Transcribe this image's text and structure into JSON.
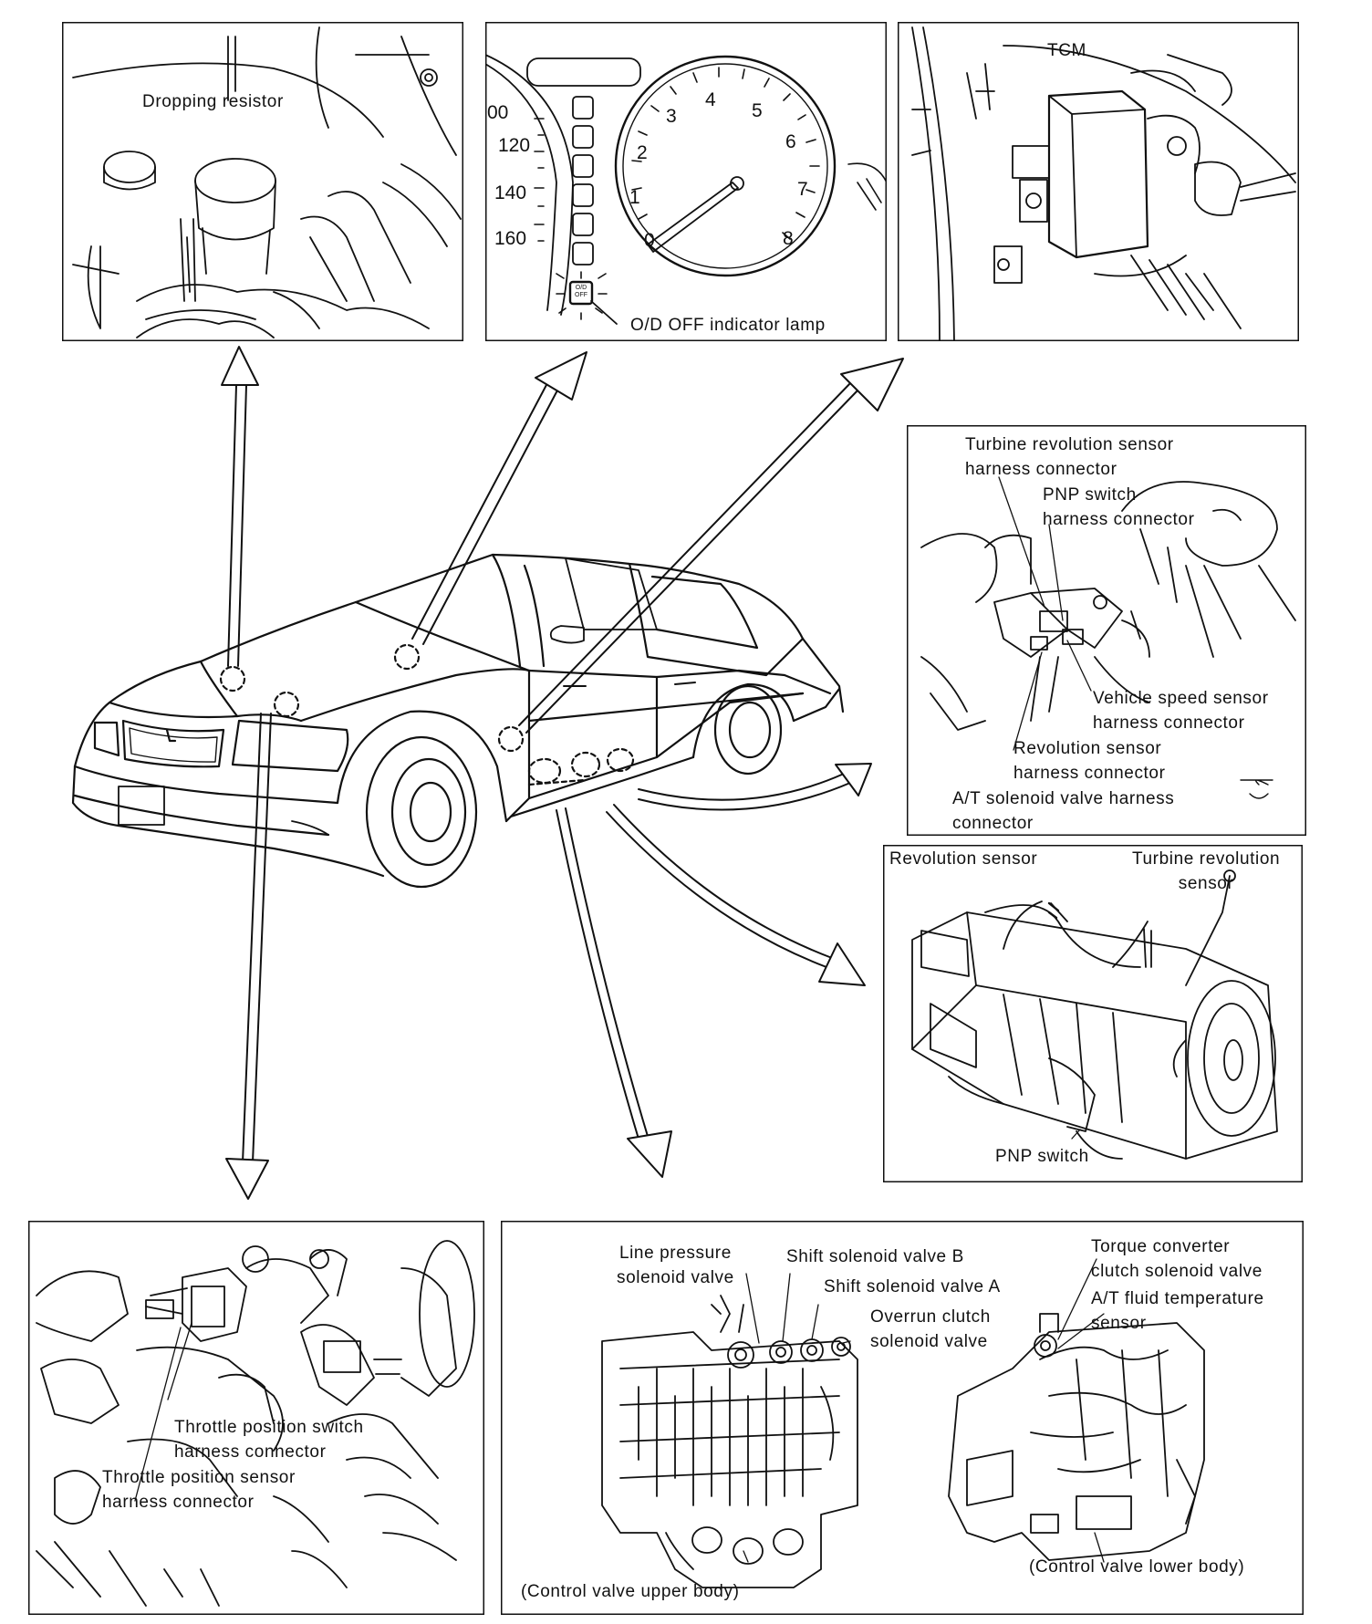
{
  "panels": {
    "dropping_resistor": {
      "label": "Dropping resistor"
    },
    "cluster": {
      "indicator_label": "O/D OFF indicator lamp",
      "lamp_text": [
        "O/D",
        "OFF"
      ],
      "speed_ticks": [
        "00",
        "120",
        "140",
        "160"
      ],
      "tach_ticks": [
        "0",
        "1",
        "2",
        "3",
        "4",
        "5",
        "6",
        "7",
        "8"
      ]
    },
    "tcm": {
      "label": "TCM"
    },
    "connectors": {
      "turbine": [
        "Turbine revolution sensor",
        "harness connector"
      ],
      "pnp": [
        "PNP switch",
        "harness connector"
      ],
      "vss": [
        "Vehicle speed sensor",
        "harness connector"
      ],
      "revolution": [
        "Revolution sensor",
        "harness connector"
      ],
      "solenoid": [
        "A/T solenoid valve harness",
        "connector"
      ]
    },
    "transmission": {
      "revolution_sensor": "Revolution sensor",
      "turbine_sensor": [
        "Turbine revolution",
        "sensor"
      ],
      "pnp_switch": "PNP switch"
    },
    "throttle": {
      "switch": [
        "Throttle position switch",
        "harness connector"
      ],
      "sensor": [
        "Throttle position sensor",
        "harness connector"
      ]
    },
    "control_valve": {
      "line_pressure": [
        "Line pressure",
        "solenoid valve"
      ],
      "shift_b": "Shift solenoid valve B",
      "shift_a": "Shift solenoid valve A",
      "overrun": [
        "Overrun clutch",
        "solenoid valve"
      ],
      "torque_converter": [
        "Torque converter",
        "clutch solenoid valve"
      ],
      "fluid_temp": [
        "A/T fluid temperature",
        "sensor"
      ],
      "upper_caption": "(Control valve upper body)",
      "lower_caption": "(Control valve lower body)"
    }
  }
}
